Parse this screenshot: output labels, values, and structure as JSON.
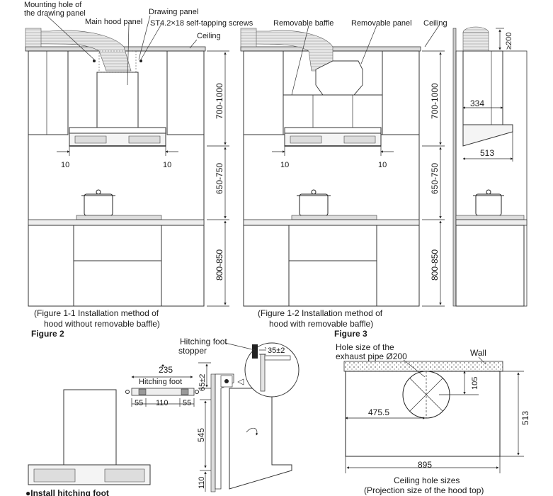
{
  "labels": {
    "mounting_hole": "Mounting hole of",
    "mounting_hole_2": "the drawing panel",
    "main_hood_panel": "Main hood panel",
    "drawing_panel": "Drawing panel",
    "screws": "ST4.2×18 self-tapping screws",
    "ceiling": "Ceiling",
    "removable_baffle": "Removable baffle",
    "removable_panel": "Removable panel",
    "ceiling2": "Ceiling",
    "hitching_foot_stopper": "Hitching foot",
    "hitching_foot_stopper_2": "stopper",
    "hitching_foot": "Hitching foot",
    "hole_size": "Hole size of the",
    "hole_size_2": "exhaust pipe Ø200",
    "wall": "Wall",
    "ceiling_hole_sizes": "Ceiling hole sizes",
    "projection_size": "(Projection size of the hood top)",
    "install_hitching_foot": "●Install hitching foot"
  },
  "captions": {
    "fig1_1_a": "(Figure 1-1  Installation  method  of",
    "fig1_1_b": "hood  without  removable baffle)",
    "fig1_2_a": "(Figure 1-2  Installation  method  of",
    "fig1_2_b": "hood  with removable  baffle)",
    "figure2": "Figure 2",
    "figure3": "Figure 3"
  },
  "dimensions": {
    "d10": "10",
    "d700_1000": "700-1000",
    "d650_750": "650-750",
    "d800_850": "800-850",
    "d200": "≥200",
    "d334": "334",
    "d513": "513",
    "d235": "235",
    "d65": "65±2",
    "d55": "55",
    "d110": "110",
    "d545": "545",
    "d35": "35±2",
    "d105": "105",
    "d475": "475.5",
    "d895": "895"
  }
}
